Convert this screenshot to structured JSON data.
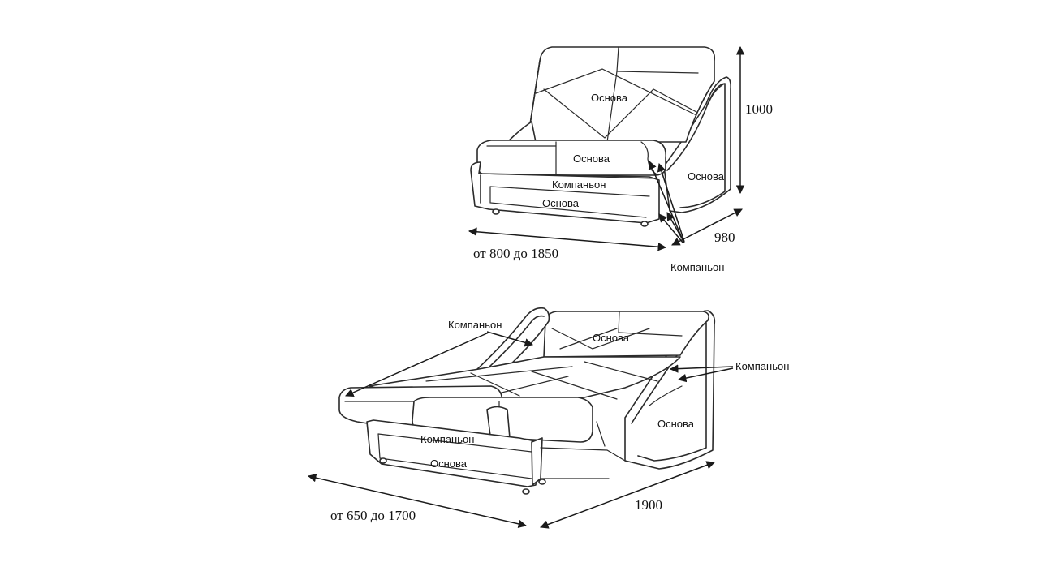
{
  "top_view": {
    "back_label": "Основа",
    "seat_label": "Основа",
    "side_label": "Основа",
    "front_upper_label": "Компаньон",
    "front_lower_label": "Основа",
    "callout_label": "Компаньон",
    "height_dim": "1000",
    "depth_dim": "980",
    "width_dim": "от 800 до 1850"
  },
  "bottom_view": {
    "back_label": "Основа",
    "side_label": "Основа",
    "front_upper_label": "Компаньон",
    "front_lower_label": "Основа",
    "left_callout_label": "Компаньон",
    "right_callout_label": "Компаньон",
    "length_dim": "1900",
    "width_dim": "от 650 до 1700"
  }
}
